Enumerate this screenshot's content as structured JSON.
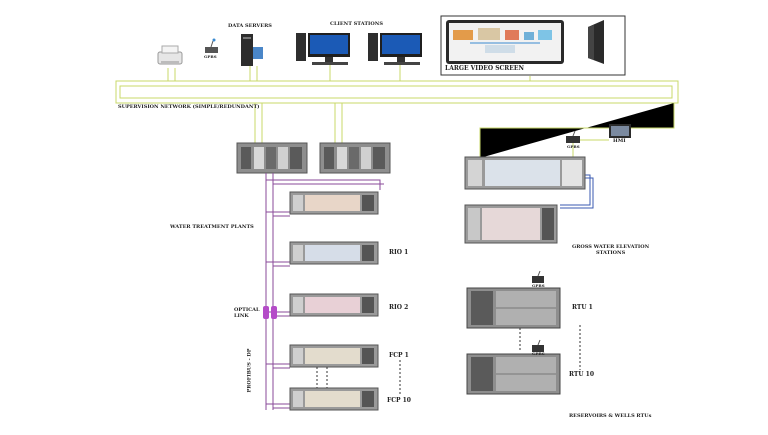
{
  "labels": {
    "data_servers": "DATA SERVERS",
    "client_stations": "CLIENT STATIONS",
    "large_video_screen": "LARGE VIDEO SCREEN",
    "gprs_server": "GPRS",
    "supervision_network": "SUPERVISION NETWORK (SIMPLE/REDUNDANT)",
    "hmi": "HMI",
    "gprs_hmi": "GPRS",
    "water_treatment_plants": "WATER TREATMENT PLANTS",
    "rio1": "RIO 1",
    "rio2": "RIO 2",
    "optical_link": "OPTICAL\nLINK",
    "profibus_dp": "PROFIBUS - DP",
    "fcp1": "FCP 1",
    "fcp10": "FCP 10",
    "gross_water_elevation_stations": "GROSS WATER ELEVATION\nSTATIONS",
    "gprs_rtu1": "GPRS",
    "rtu1": "RTU 1",
    "gprs_rtu10": "GPRS",
    "rtu10": "RTU 10",
    "reservoirs_wells": "RESERVOIRS & WELLS RTUs"
  },
  "colors": {
    "network_line": "#c8d96a",
    "profibus_line": "#8a4a9a",
    "signal_line": "#3a5ab0",
    "cabinet_gray": "#8e8e8e"
  }
}
